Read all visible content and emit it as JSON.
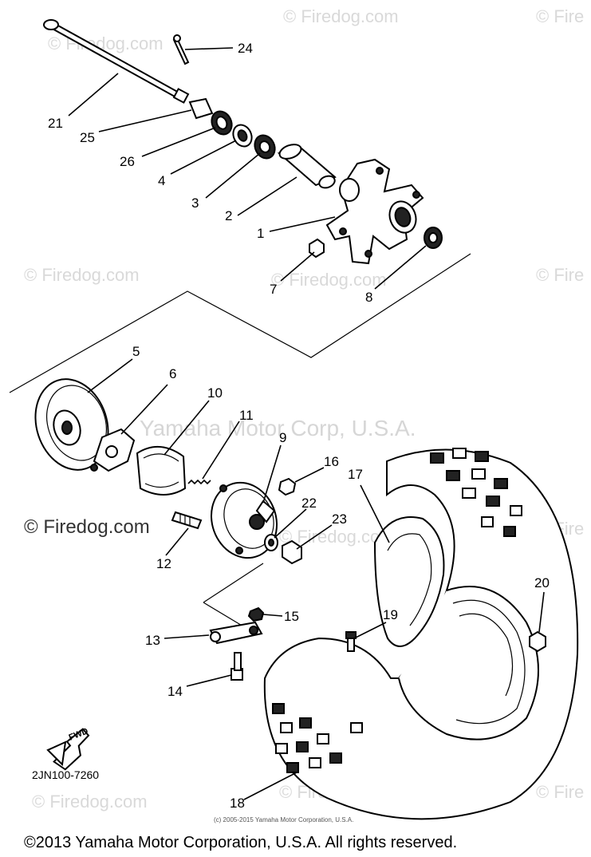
{
  "watermarks": {
    "site": "© Firedog.com",
    "site_short": "© Fire",
    "site_dark": "© Firedog.com",
    "company": "Yamaha Motor Corp, U.S.A."
  },
  "callouts": [
    "1",
    "2",
    "3",
    "4",
    "5",
    "6",
    "7",
    "8",
    "9",
    "10",
    "11",
    "12",
    "13",
    "14",
    "15",
    "16",
    "17",
    "18",
    "19",
    "20",
    "21",
    "22",
    "23",
    "24",
    "25",
    "26"
  ],
  "diagram_ref": "2JN100-7260",
  "fwd_label": "FWD",
  "fine_print": "(c) 2005-2015 Yamaha Motor Corporation, U.S.A.",
  "footer_copyright": "©2013 Yamaha Motor Corporation, U.S.A. All rights reserved."
}
